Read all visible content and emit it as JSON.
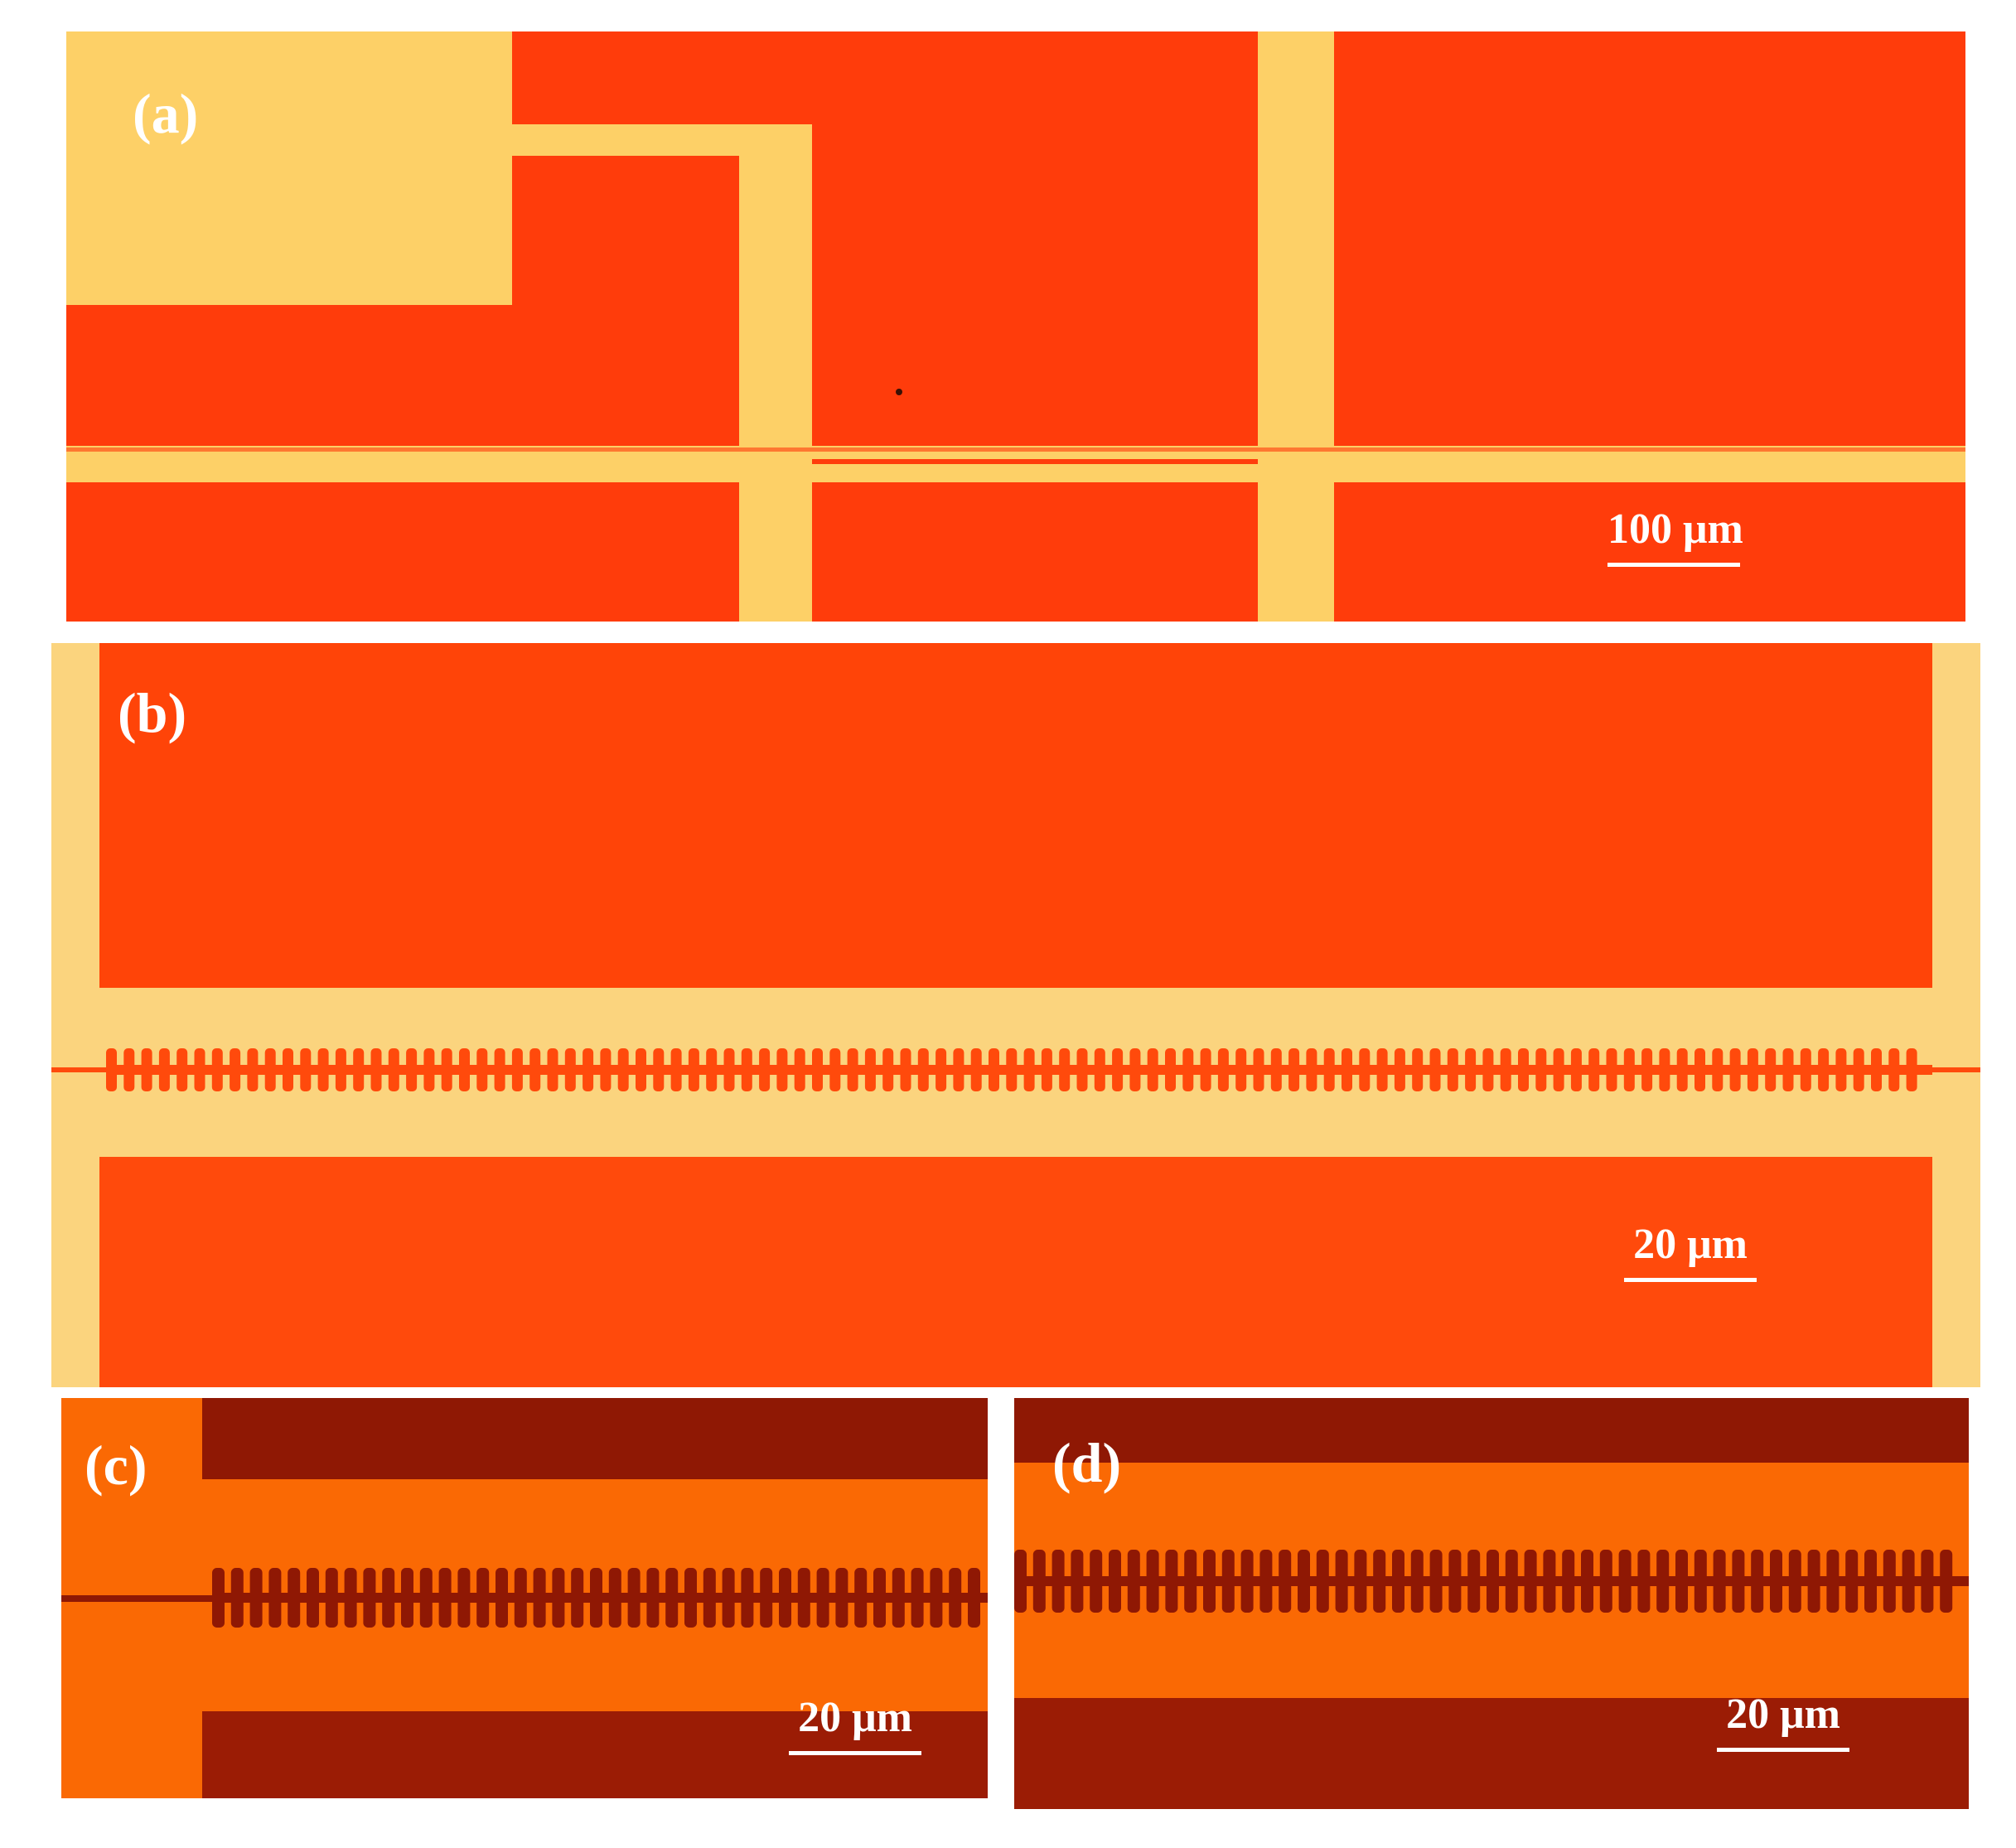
{
  "figure": {
    "background": "#ffffff",
    "colors": {
      "gold": "#fdd067",
      "gold_light": "#fbd47e",
      "bright_orange": "#ff3c0b",
      "light_orange": "#ff5a0f",
      "deep_orange": "#fa6904",
      "dark_red": "#931a05"
    },
    "panels": [
      {
        "id": "a",
        "label": "(a)",
        "scalebar": "100 μm"
      },
      {
        "id": "b",
        "label": "(b)",
        "scalebar": "20 μm"
      },
      {
        "id": "c",
        "label": "(c)",
        "scalebar": "20 μm"
      },
      {
        "id": "d",
        "label": "(d)",
        "scalebar": "20 μm"
      }
    ]
  }
}
